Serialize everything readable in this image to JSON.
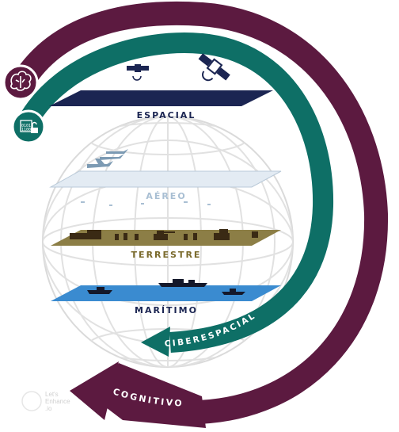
{
  "domains": {
    "espacial": {
      "label": "ESPACIAL",
      "color": "#1b2552"
    },
    "aereo": {
      "label": "AÉREO",
      "color": "#a9bfd3"
    },
    "terrestre": {
      "label": "TERRESTRE",
      "color": "#7a6a2c"
    },
    "maritimo": {
      "label": "MARÍTIMO",
      "color": "#1b2552"
    }
  },
  "arrows": {
    "ciberespacial": {
      "label": "CIBERESPACIAL",
      "color": "#0e6f66"
    },
    "cognitivo": {
      "label": "COGNITIVO",
      "color": "#5c1a40"
    }
  },
  "icons": [
    "brain-icon",
    "lock-icon",
    "satellite-icon",
    "aircraft-icon",
    "tank-icon",
    "ship-icon"
  ],
  "watermark": {
    "line1": "Let's",
    "line2": "Enhance",
    "line3": ".io"
  }
}
